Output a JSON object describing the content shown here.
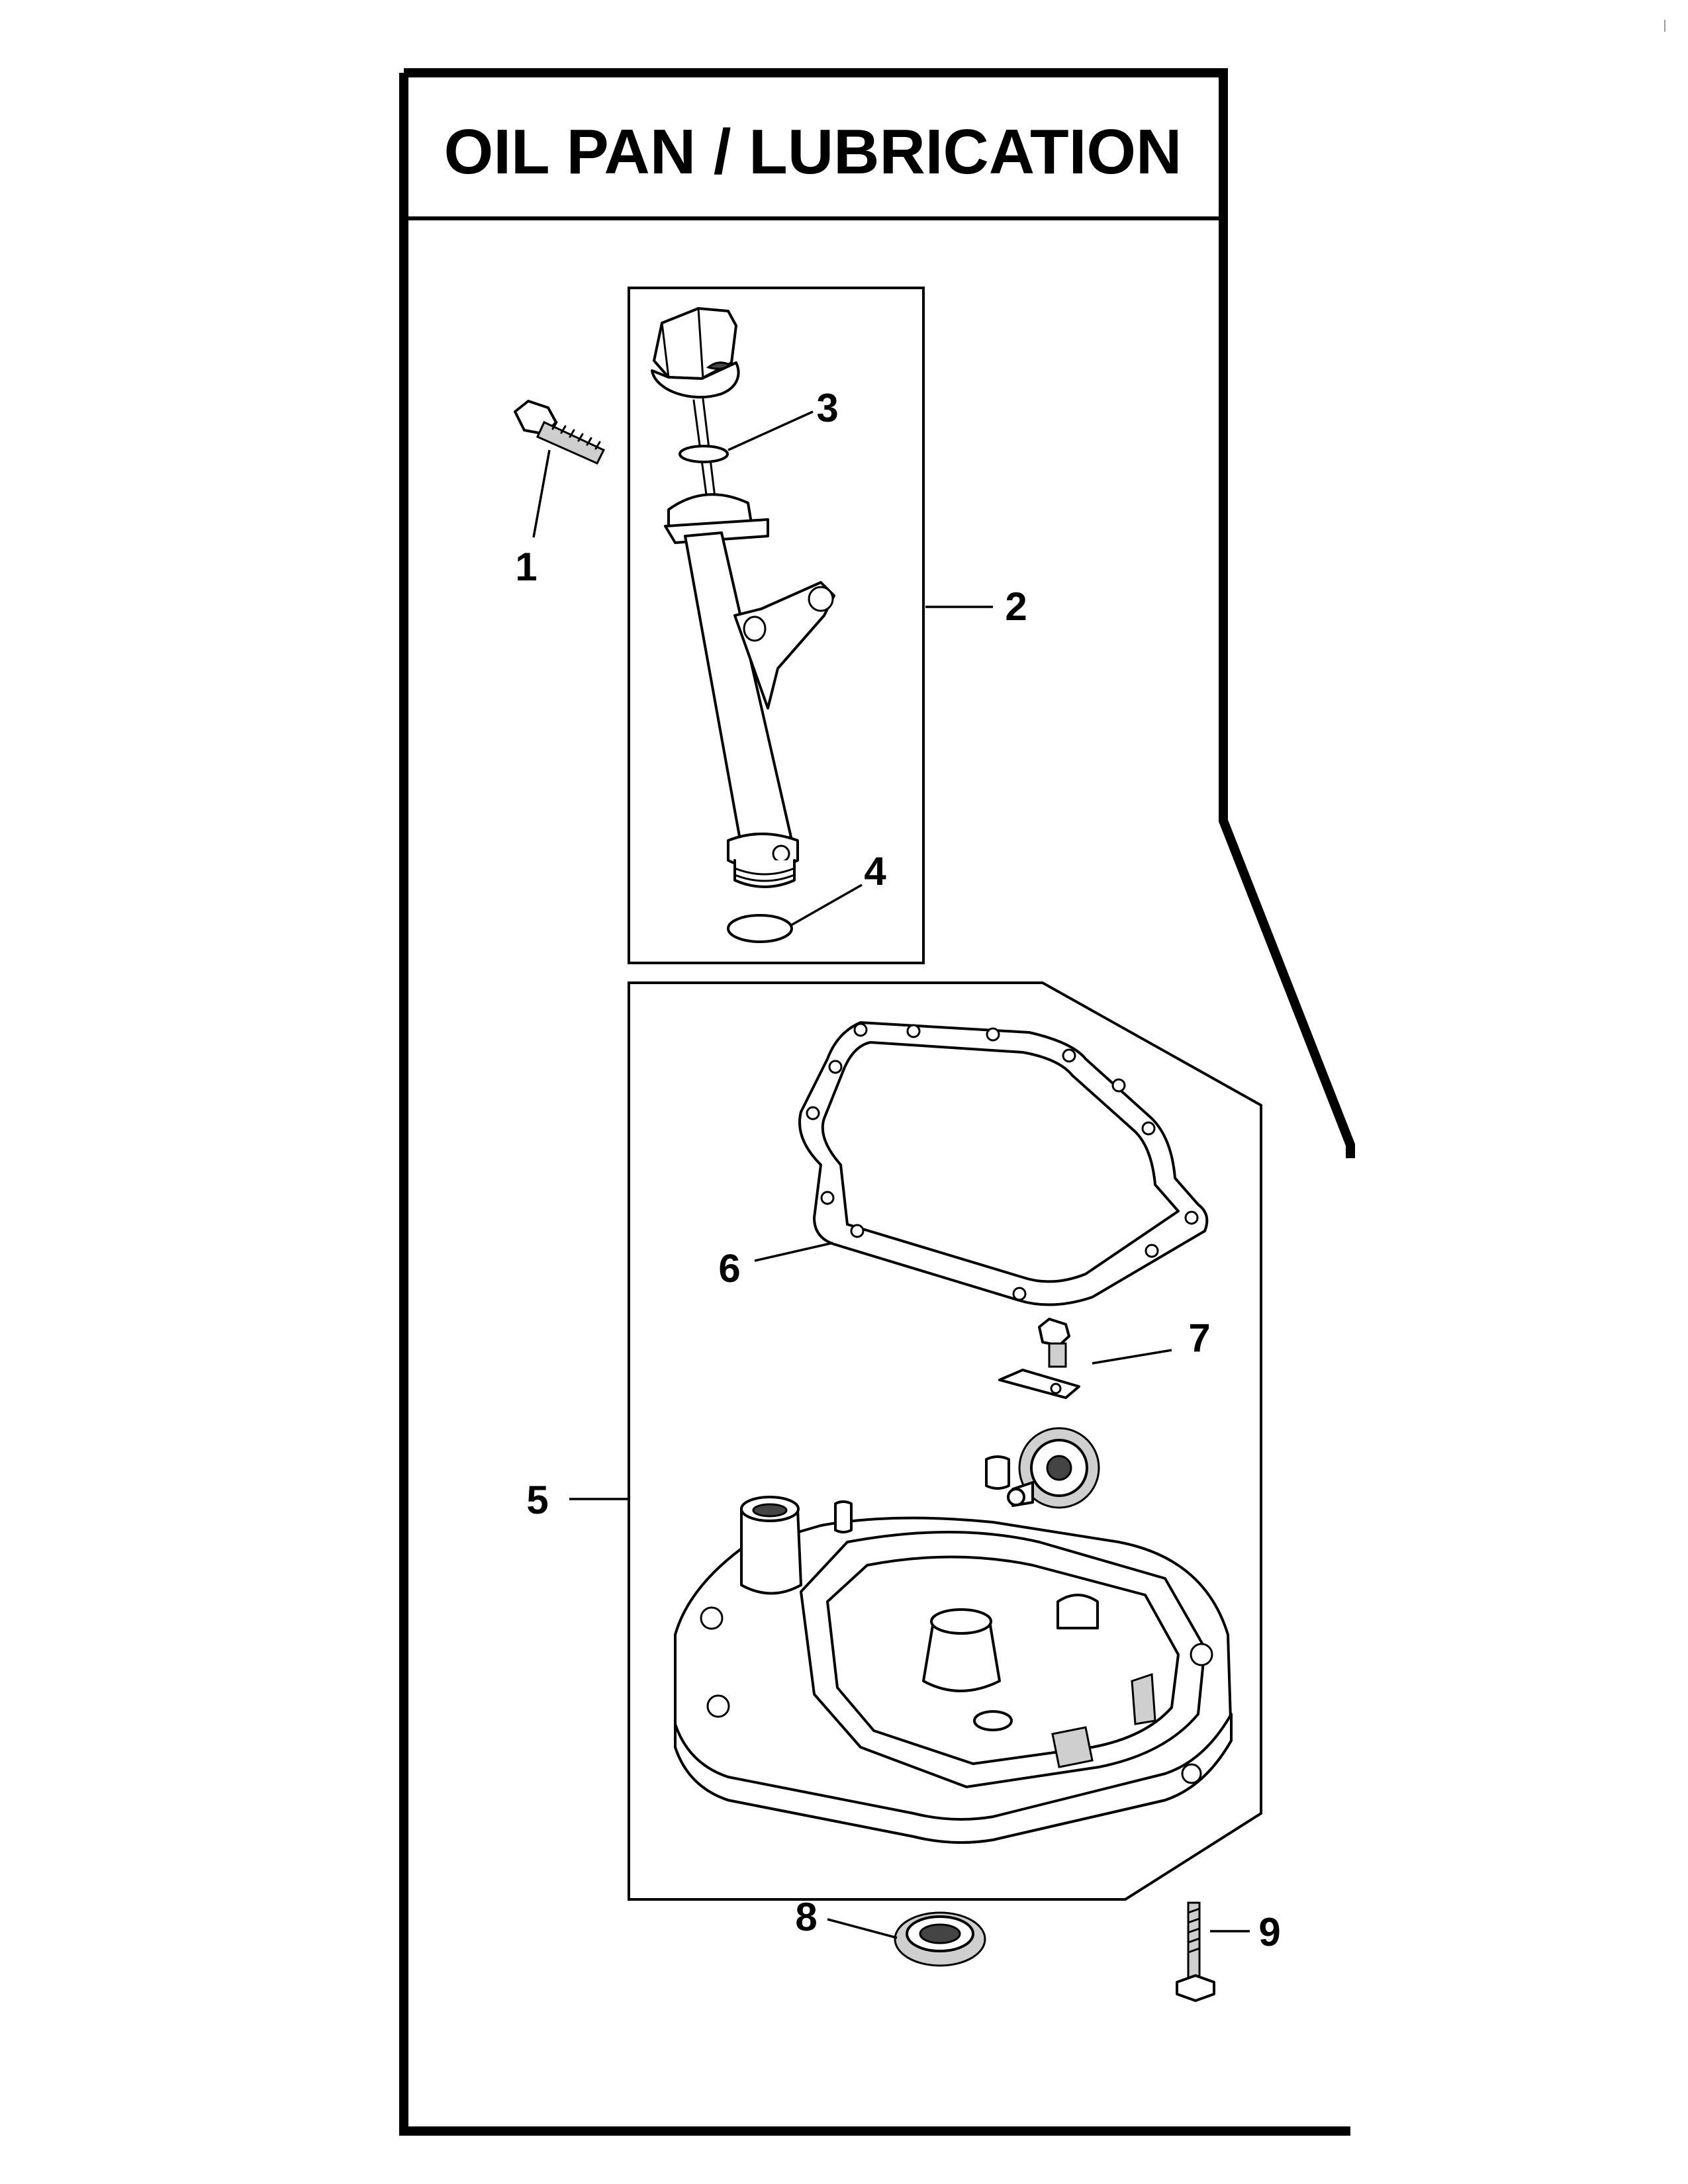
{
  "title": "OIL PAN / LUBRICATION",
  "callouts": [
    {
      "id": "1",
      "label": "1"
    },
    {
      "id": "2",
      "label": "2"
    },
    {
      "id": "3",
      "label": "3"
    },
    {
      "id": "4",
      "label": "4"
    },
    {
      "id": "5",
      "label": "5"
    },
    {
      "id": "6",
      "label": "6"
    },
    {
      "id": "7",
      "label": "7"
    },
    {
      "id": "8",
      "label": "8"
    },
    {
      "id": "9",
      "label": "9"
    }
  ]
}
